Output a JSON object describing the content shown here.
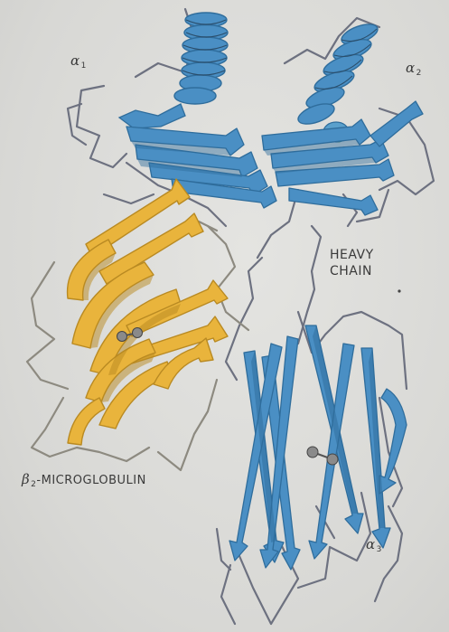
{
  "labels": {
    "alpha1": {
      "symbol": "α",
      "sub": "1"
    },
    "alpha2": {
      "symbol": "α",
      "sub": "2"
    },
    "alpha3": {
      "symbol": "α",
      "sub": "3"
    },
    "heavy_chain": {
      "line1": "HEAVY",
      "line2": "CHAIN"
    },
    "b2m": {
      "symbol": "β",
      "sub": "2",
      "text": "-MICROGLOBULIN"
    }
  },
  "colors": {
    "background": "#dcdcd9",
    "heavy_chain": "#4a8fc4",
    "heavy_chain_dark": "#2f6d9c",
    "b2m": "#e9b43c",
    "b2m_dark": "#b98a22",
    "coil": "#6d7180",
    "disulfide": "#7f7f7f"
  }
}
